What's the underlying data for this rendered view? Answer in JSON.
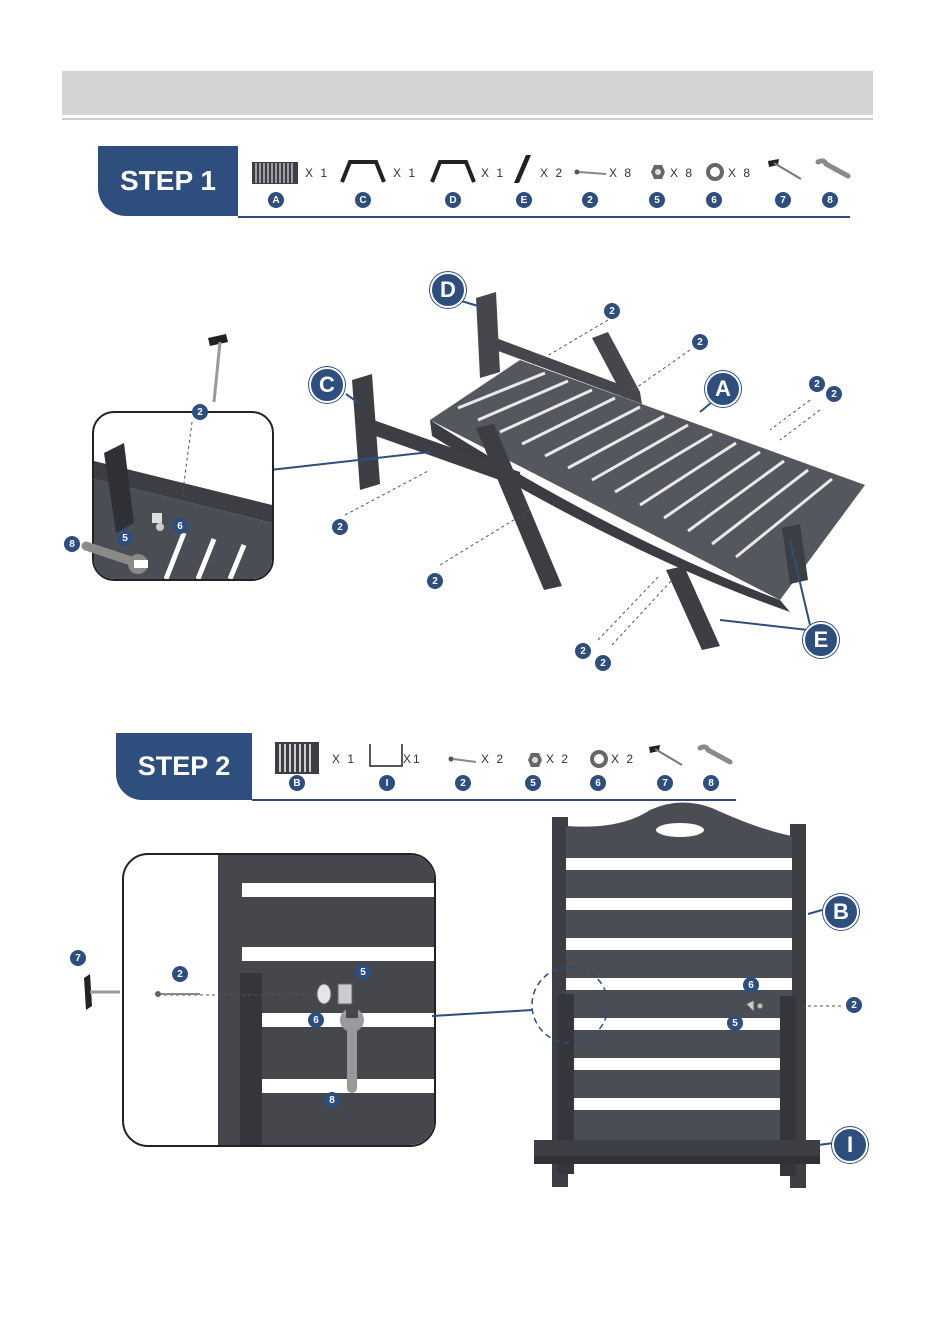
{
  "step1": {
    "title": "STEP 1",
    "parts": [
      {
        "id": "A",
        "qty": "X 1"
      },
      {
        "id": "C",
        "qty": "X 1"
      },
      {
        "id": "D",
        "qty": "X 1"
      },
      {
        "id": "E",
        "qty": "X 2"
      },
      {
        "id": "2",
        "qty": "X 8"
      },
      {
        "id": "5",
        "qty": "X 8"
      },
      {
        "id": "6",
        "qty": "X 8"
      },
      {
        "id": "7",
        "qty": ""
      },
      {
        "id": "8",
        "qty": ""
      }
    ],
    "callouts": {
      "D": "D",
      "C": "C",
      "A": "A",
      "E": "E"
    },
    "bolt": "2",
    "nut": "5",
    "washer": "6",
    "wrench": "8"
  },
  "step2": {
    "title": "STEP 2",
    "parts": [
      {
        "id": "B",
        "qty": "X 1"
      },
      {
        "id": "I",
        "qty": "X1"
      },
      {
        "id": "2",
        "qty": "X 2"
      },
      {
        "id": "5",
        "qty": "X 2"
      },
      {
        "id": "6",
        "qty": "X 2"
      },
      {
        "id": "7",
        "qty": ""
      },
      {
        "id": "8",
        "qty": ""
      }
    ],
    "callouts": {
      "B": "B",
      "I": "I"
    },
    "bolt": "2",
    "nut": "5",
    "washer": "6",
    "wrench": "8",
    "tool": "7"
  },
  "colors": {
    "accent": "#2e4e7d",
    "wood": "#4b4d55",
    "woodDark": "#33353b"
  }
}
